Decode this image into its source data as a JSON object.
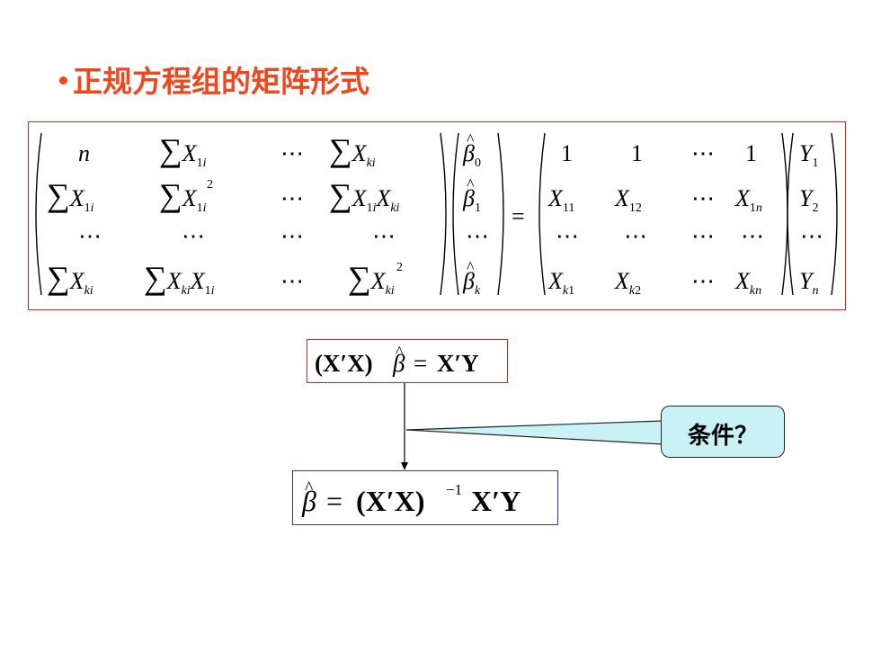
{
  "slide": {
    "title": "正规方程组的矩阵形式",
    "callout_label": "条件？"
  },
  "matrix_equation": {
    "lhs_matrix": [
      [
        "n",
        "∑X1i",
        "…",
        "∑Xki"
      ],
      [
        "∑X1i",
        "∑X1i^2",
        "…",
        "∑X1iXki"
      ],
      [
        "…",
        "…",
        "…",
        "…"
      ],
      [
        "∑Xki",
        "∑XkiX1i",
        "…",
        "∑Xki^2"
      ]
    ],
    "beta_vector": [
      "β̂0",
      "β̂1",
      "…",
      "β̂k"
    ],
    "rhs_matrix": [
      [
        "1",
        "1",
        "…",
        "1"
      ],
      [
        "X11",
        "X12",
        "…",
        "X1n"
      ],
      [
        "…",
        "…",
        "…",
        "…"
      ],
      [
        "Xk1",
        "Xk2",
        "…",
        "Xkn"
      ]
    ],
    "y_vector": [
      "Y1",
      "Y2",
      "…",
      "Yn"
    ]
  },
  "equation_normal": "(X′X) β̂ = X′Y",
  "equation_solution": "β̂ = (X′X)⁻¹ X′Y",
  "colors": {
    "title": "#f0461e",
    "red_border": "#e02020",
    "blue_border": "#3030c8",
    "callout_fill": "#c9f2f7"
  }
}
